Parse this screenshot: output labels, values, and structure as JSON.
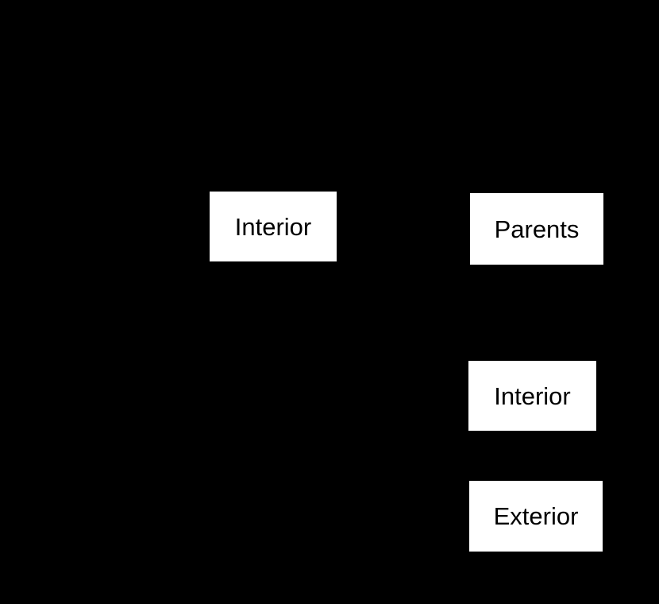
{
  "diagram": {
    "background_color": "#000000",
    "node_fill_color": "#ffffff",
    "node_text_color": "#000000",
    "nodes": [
      {
        "id": "interior-left",
        "label": "Interior"
      },
      {
        "id": "parents",
        "label": "Parents"
      },
      {
        "id": "interior-right",
        "label": "Interior"
      },
      {
        "id": "exterior",
        "label": "Exterior"
      }
    ]
  }
}
